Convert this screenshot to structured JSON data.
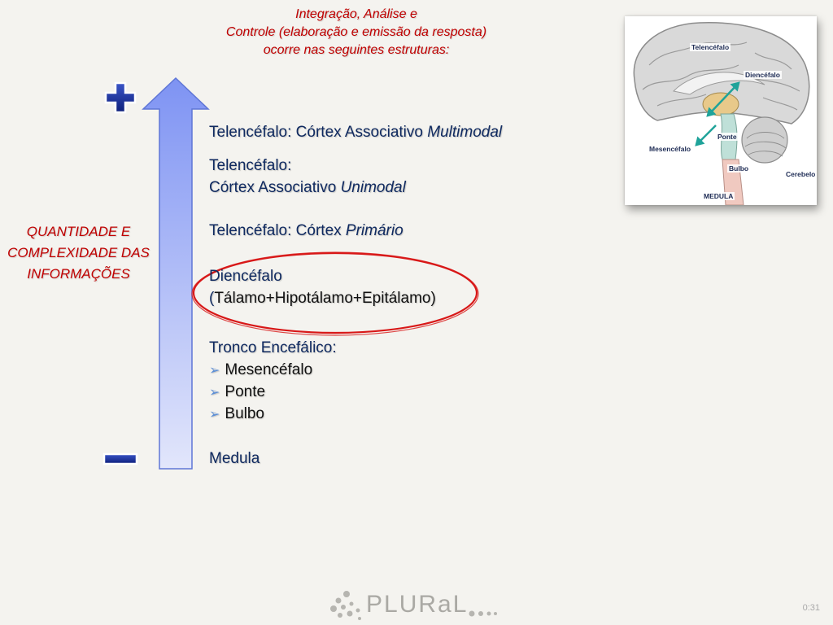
{
  "title": {
    "line1": "Integração,  Análise e",
    "line2": "Controle (elaboração e emissão da resposta)",
    "line3": "ocorre nas seguintes estruturas:"
  },
  "side_label": {
    "line1": "QUANTIDADE E",
    "line2": "COMPLEXIDADE DAS",
    "line3": "INFORMAÇÕES"
  },
  "scale": {
    "plus_symbol": "+",
    "minus_symbol": "−"
  },
  "structures": {
    "multimodal_prefix": "Telencéfalo: Córtex Associativo ",
    "multimodal_italic": "Multimodal",
    "unimodal_line1": "Telencéfalo:",
    "unimodal_prefix": "Córtex Associativo ",
    "unimodal_italic": "Unimodal",
    "primario_prefix": "Telencéfalo: Córtex ",
    "primario_italic": "Primário",
    "diencefalo_title": "Diencéfalo",
    "diencefalo_paren_open": "(",
    "diencefalo_parts": "Tálamo+Hipotálamo+Epitálamo)",
    "tronco_title": "Tronco Encefálico:",
    "tronco_items": [
      "Mesencéfalo",
      "Ponte",
      "Bulbo"
    ],
    "medula": "Medula"
  },
  "brain_figure": {
    "labels": {
      "telencefalo": "Telencéfalo",
      "diencefalo": "Diencéfalo",
      "ponte": "Ponte",
      "mesencefalo": "Mesencéfalo",
      "bulbo": "Bulbo",
      "cerebelo": "Cerebelo",
      "medula": "MEDULA"
    }
  },
  "footer": {
    "logo_text": "PLURaL",
    "timer": "0:31"
  },
  "colors": {
    "title_red": "#c00000",
    "text_navy": "#102a60",
    "arrow_blue": "#7f96f2",
    "highlight_red": "#d81818"
  }
}
